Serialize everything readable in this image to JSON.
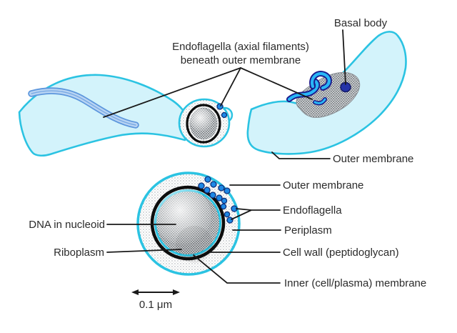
{
  "labels": {
    "basal_body": "Basal body",
    "endoflagella_caption": {
      "line1": "Endoflagella (axial filaments)",
      "line2": "beneath outer membrane"
    },
    "outer_membrane_top": "Outer membrane",
    "cross_section": {
      "dna": "DNA in nucleoid",
      "riboplasm": "Riboplasm",
      "outer_membrane": "Outer membrane",
      "endoflagella": "Endoflagella",
      "periplasm": "Periplasm",
      "cell_wall": "Cell wall (peptidoglycan)",
      "inner_membrane": "Inner (cell/plasma) membrane"
    },
    "scale_bar": "0.1 μm"
  },
  "colors": {
    "membrane_outline": "#2bc3e2",
    "cell_fill": "#d3f3fb",
    "band_dark": "#5d97dd",
    "band_light": "#b9d4f3",
    "flagella_bright": "#29b6f6",
    "flagella_outline": "#1a1a8c",
    "dot_fill": "#1e88e5",
    "dot_stroke": "#0d2f7a",
    "ring_black": "#0d0d0d",
    "leader": "#1a1a1a",
    "text": "#2b2b2b"
  }
}
